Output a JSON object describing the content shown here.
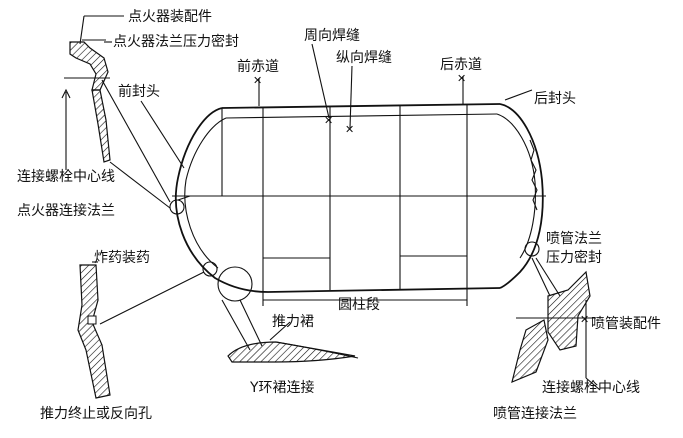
{
  "labels": {
    "igniter_fitting": "点火器装配件",
    "igniter_flange_seal": "点火器法兰压力密封",
    "circ_weld": "周向焊缝",
    "front_equator": "前赤道",
    "long_weld": "纵向焊缝",
    "rear_equator": "后赤道",
    "front_dome": "前封头",
    "rear_dome": "后封头",
    "bolt_centerline_left": "连接螺栓中心线",
    "igniter_flange": "点火器连接法兰",
    "nozzle_flange_seal_1": "喷管法兰",
    "nozzle_flange_seal_2": "压力密封",
    "explosive_charge": "炸药装药",
    "nozzle_fitting": "喷管装配件",
    "cylinder": "圆柱段",
    "thrust_skirt": "推力裙",
    "y_ring": "Y环裙连接",
    "bolt_centerline_right": "连接螺栓中心线",
    "thrust_term": "推力终止或反向孔",
    "nozzle_flange": "喷管连接法兰"
  },
  "colors": {
    "ink": "#111111",
    "background": "#ffffff"
  }
}
